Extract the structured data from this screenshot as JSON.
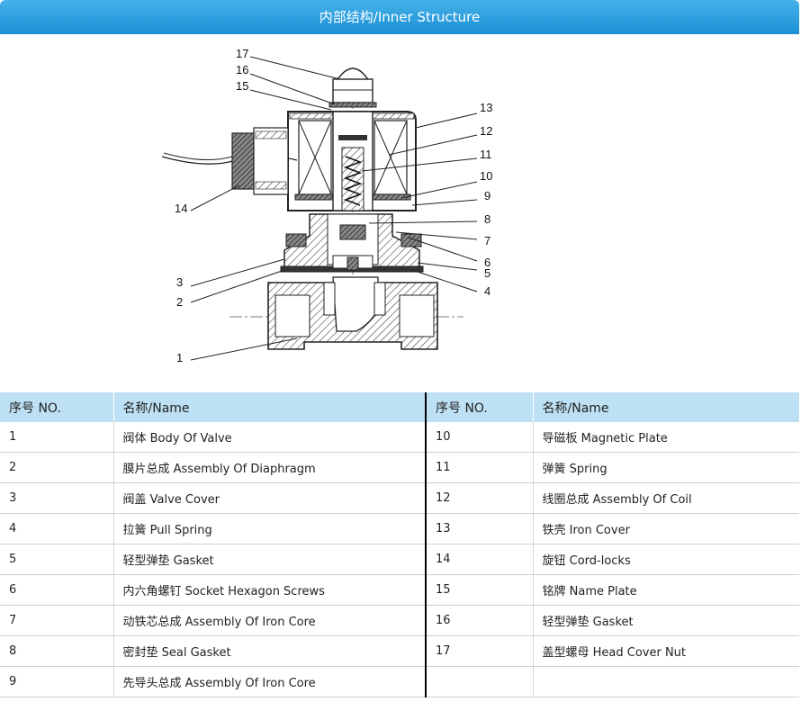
{
  "header": {
    "title": "内部结构/Inner Structure"
  },
  "diagram": {
    "callouts": [
      "17",
      "16",
      "15",
      "14",
      "13",
      "12",
      "11",
      "10",
      "9",
      "8",
      "7",
      "6",
      "5",
      "4",
      "3",
      "2",
      "1"
    ]
  },
  "table": {
    "headers": [
      "序号 NO.",
      "名称/Name",
      "序号 NO.",
      "名称/Name"
    ],
    "rows": [
      [
        "1",
        "阀体 Body Of Valve",
        "10",
        "导磁板 Magnetic Plate"
      ],
      [
        "2",
        "膜片总成 Assembly Of Diaphragm",
        "11",
        "弹簧 Spring"
      ],
      [
        "3",
        "阀盖 Valve Cover",
        "12",
        "线圈总成 Assembly Of Coil"
      ],
      [
        "4",
        "拉簧 Pull Spring",
        "13",
        "铁壳 Iron Cover"
      ],
      [
        "5",
        "轻型弹垫 Gasket",
        "14",
        "旋钮 Cord-locks"
      ],
      [
        "6",
        "内六角螺钉 Socket Hexagon Screws",
        "15",
        "铭牌 Name Plate"
      ],
      [
        "7",
        "动铁芯总成 Assembly Of Iron Core",
        "16",
        "轻型弹垫 Gasket"
      ],
      [
        "8",
        "密封垫 Seal Gasket",
        "17",
        "盖型螺母 Head Cover Nut"
      ],
      [
        "9",
        "先导头总成 Assembly Of Iron Core",
        "",
        ""
      ]
    ]
  }
}
